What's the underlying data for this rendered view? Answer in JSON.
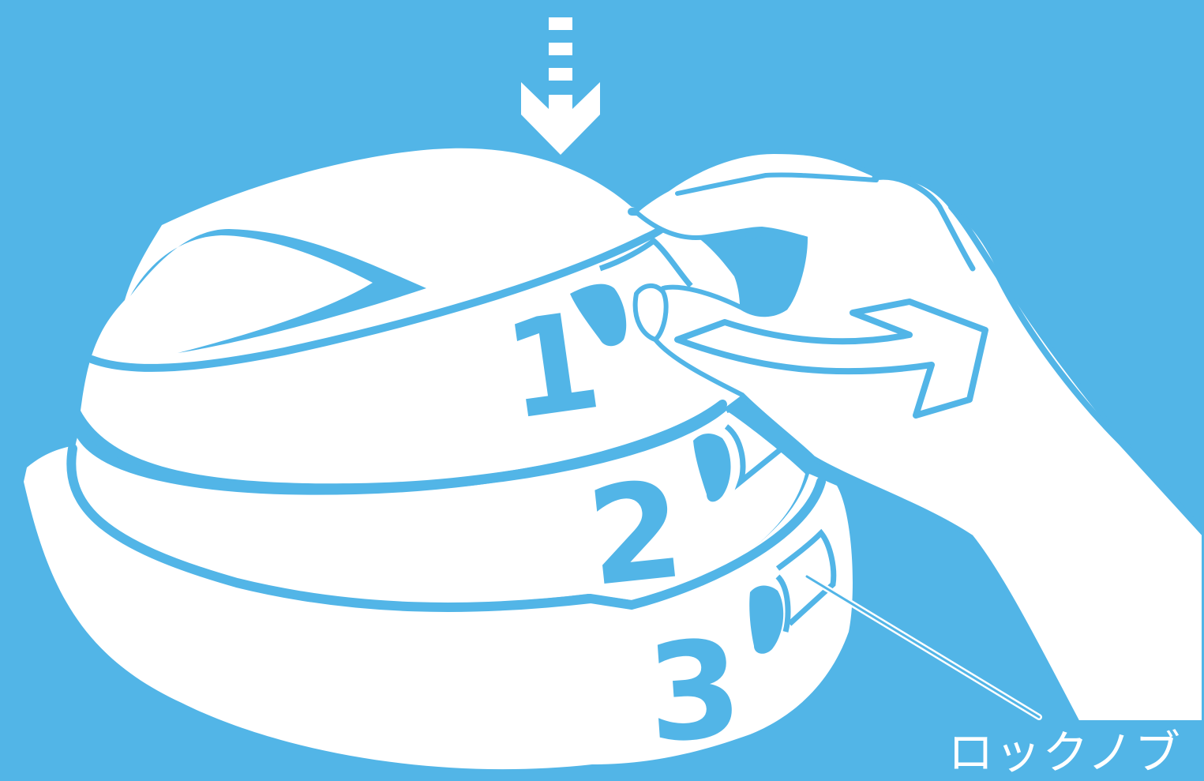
{
  "steps": [
    "1",
    "2",
    "3"
  ],
  "label": "ロックノブ",
  "colors": {
    "background": "#52b5e7",
    "figure": "#ffffff"
  }
}
